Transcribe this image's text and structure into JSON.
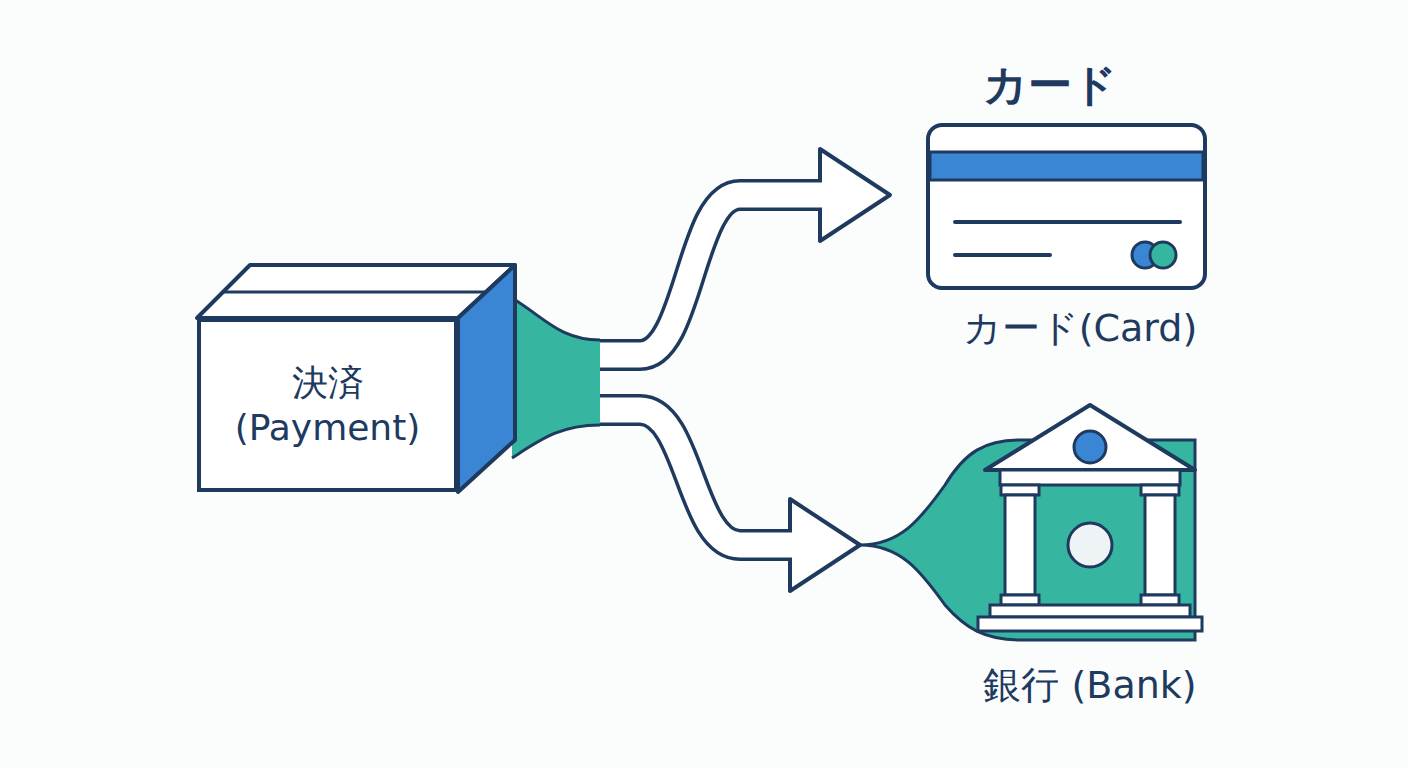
{
  "diagram": {
    "nodes": [
      {
        "text": [
          "決済 (Payment)"
        ]
      },
      {
        "text": [
          "カード",
          "カード(Card)"
        ]
      },
      {
        "text": [
          "銀行 (Bank)"
        ]
      }
    ],
    "edges": [
      {
        "from": 0,
        "to": 1,
        "arrow": "to"
      },
      {
        "from": 0,
        "to": 2,
        "arrow": "to"
      }
    ]
  }
}
